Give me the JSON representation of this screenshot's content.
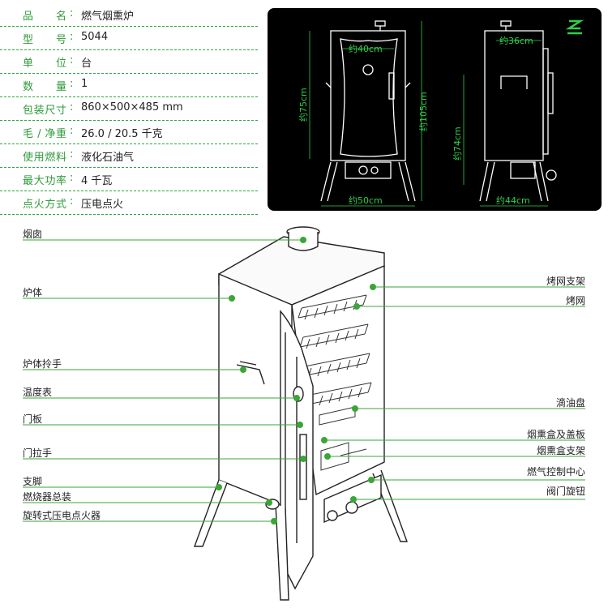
{
  "specs": [
    {
      "label": "品名",
      "value": "燃气烟熏炉"
    },
    {
      "label": "型号",
      "value": "5044"
    },
    {
      "label": "单位",
      "value": "台"
    },
    {
      "label": "数量",
      "value": "1"
    },
    {
      "label": "包装尺寸",
      "value": "860×500×485 mm"
    },
    {
      "label": "毛 / 净重",
      "value": "26.0 / 20.5 千克"
    },
    {
      "label": "使用燃料",
      "value": "液化石油气"
    },
    {
      "label": "最大功率",
      "value": "4 千瓦"
    },
    {
      "label": "点火方式",
      "value": "压电点火"
    }
  ],
  "dimensions": {
    "front_top_width": "约40cm",
    "front_body_height": "约75cm",
    "front_total_height": "约105cm",
    "front_base_width": "约50cm",
    "side_top_depth": "约36cm",
    "side_body_height": "约74cm",
    "side_base_depth": "约44cm"
  },
  "parts_left": [
    "烟囱",
    "炉体",
    "炉体拎手",
    "温度表",
    "门板",
    "门拉手",
    "支脚",
    "燃烧器总装",
    "旋转式压电点火器"
  ],
  "parts_right": [
    "烤网支架",
    "烤网",
    "滴油盘",
    "烟熏盒及盖板",
    "烟熏盒支架",
    "燃气控制中心",
    "阀门旋钮"
  ],
  "colors": {
    "accent": "#2f9b3a",
    "dim_text": "#2fcf4a",
    "dot": "#3aa636",
    "panel_bg": "#000000"
  }
}
